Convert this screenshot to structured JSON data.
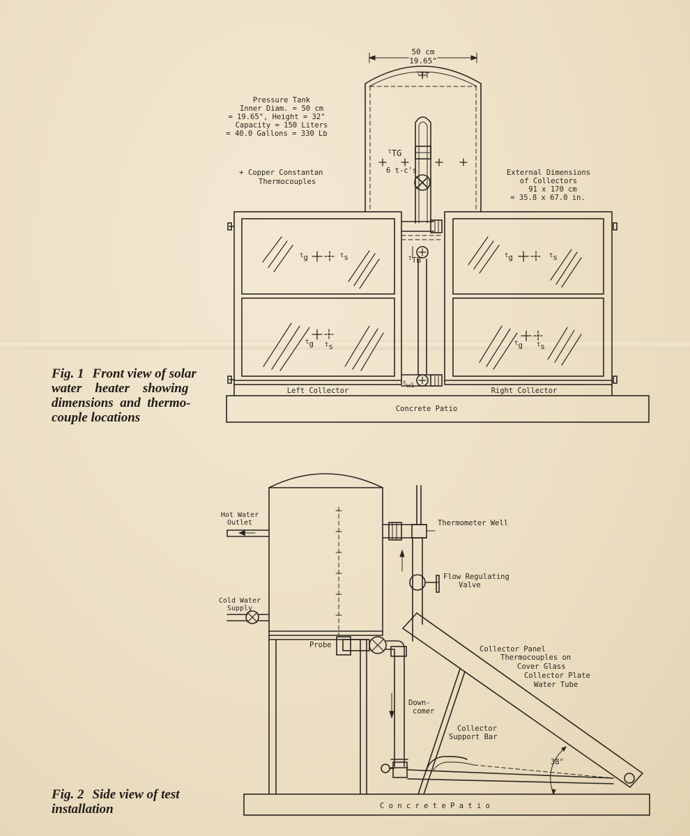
{
  "fig1": {
    "caption_number": "Fig. 1",
    "caption_lines": [
      "Front view of solar",
      "water    heater    showing",
      "dimensions  and  thermo-",
      "couple locations"
    ],
    "width_cm": "50 cm",
    "width_in": "19.65\"",
    "tank_label": "t",
    "tank_label_sub": "TT",
    "tank_spec_lines": [
      "Pressure Tank",
      "Inner Diam. = 50 cm",
      "= 19.65\", Height = 32\"",
      "Capacity = 150 Liters",
      "= 40.0 Gallons = 330 Lb"
    ],
    "legend_symbol": "+",
    "legend_lines": [
      "Copper Constantan",
      "Thermocouples"
    ],
    "tg_label": "t",
    "tg_sub": "TG",
    "tc_count": "6 t-c's",
    "tb_label": "t",
    "tb_sub": "TB",
    "twi_label": "t",
    "twi_sub": "wi",
    "collector_dims_lines": [
      "External Dimensions",
      "of Collectors",
      "91 x 170 cm",
      "= 35.8  x  67.0  in."
    ],
    "tg_t": "t",
    "tg_s": "g",
    "ts_t": "t",
    "ts_s": "s",
    "left_collector": "Left Collector",
    "right_collector": "Right Collector",
    "patio": "Concrete Patio"
  },
  "fig2": {
    "caption_number": "Fig. 2",
    "caption_lines": [
      "Side view of test",
      "installation"
    ],
    "hot_water_lines": [
      "Hot Water",
      "Outlet"
    ],
    "cold_water_lines": [
      "Cold Water",
      "Supply"
    ],
    "thermometer_well": "Thermometer Well",
    "flow_valve_lines": [
      "Flow Regulating",
      "Valve"
    ],
    "probe": "Probe",
    "collector_panel_lines": [
      "Collector Panel",
      "Thermocouples on",
      "Cover Glass",
      "Collector Plate",
      "Water Tube"
    ],
    "downcomer_lines": [
      "Down-",
      "comer"
    ],
    "support_bar_lines": [
      "Collector",
      "Support Bar"
    ],
    "angle": "38°",
    "patio": "C o n c r e t e     P a t i o"
  },
  "colors": {
    "paper": "#efe4cc",
    "ink": "#2a2520"
  }
}
